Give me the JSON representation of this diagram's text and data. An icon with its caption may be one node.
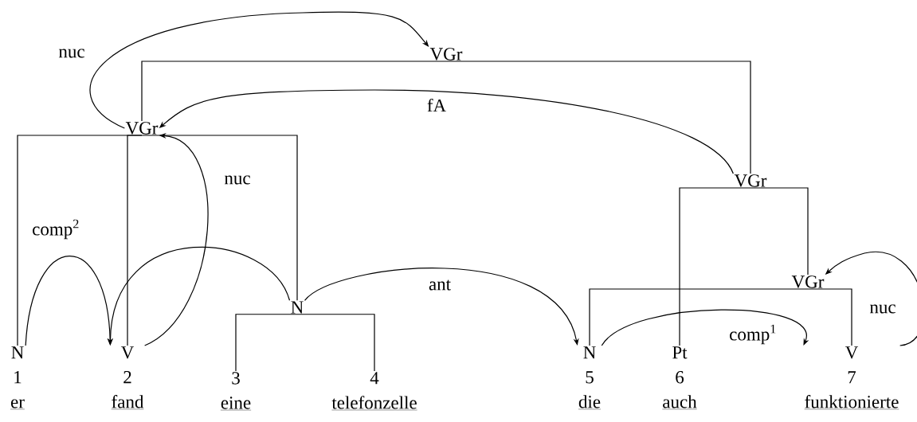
{
  "diagram": {
    "nodes": [
      {
        "text": [
          "VGr"
        ]
      },
      {
        "text": [
          "VGr"
        ]
      },
      {
        "text": [
          "VGr"
        ]
      },
      {
        "text": [
          "N",
          "1",
          "er"
        ]
      },
      {
        "text": [
          "V",
          "2",
          "fand"
        ]
      },
      {
        "text": [
          "N"
        ]
      },
      {
        "text": [
          "3",
          "eine"
        ]
      },
      {
        "text": [
          "4",
          "telefonzelle"
        ]
      },
      {
        "text": [
          "N",
          "5",
          "die"
        ]
      },
      {
        "text": [
          "Pt",
          "6",
          "auch"
        ]
      },
      {
        "text": [
          "VGr"
        ]
      },
      {
        "text": [
          "V",
          "7",
          "funktionierte"
        ]
      }
    ],
    "edges": [
      {
        "from": 0,
        "to": 1,
        "arrow": "none"
      },
      {
        "from": 0,
        "to": 2,
        "arrow": "none"
      },
      {
        "from": 1,
        "to": 3,
        "arrow": "none"
      },
      {
        "from": 1,
        "to": 4,
        "arrow": "none"
      },
      {
        "from": 1,
        "to": 5,
        "arrow": "none"
      },
      {
        "from": 5,
        "to": 6,
        "arrow": "none"
      },
      {
        "from": 5,
        "to": 7,
        "arrow": "none"
      },
      {
        "from": 2,
        "to": 9,
        "arrow": "none"
      },
      {
        "from": 2,
        "to": 10,
        "arrow": "none"
      },
      {
        "from": 10,
        "to": 8,
        "arrow": "none"
      },
      {
        "from": 10,
        "to": 11,
        "arrow": "none"
      },
      {
        "from": 1,
        "to": 0,
        "arrow": "to",
        "label": "nuc"
      },
      {
        "from": 2,
        "to": 1,
        "arrow": "to",
        "label": "fA"
      },
      {
        "from": 4,
        "to": 1,
        "arrow": "to",
        "label": "nuc"
      },
      {
        "from": 3,
        "to": 4,
        "arrow": "to",
        "label": "comp$^{2}$"
      },
      {
        "from": 5,
        "to": 4,
        "arrow": "to"
      },
      {
        "from": 5,
        "to": 8,
        "arrow": "to",
        "label": "ant"
      },
      {
        "from": 8,
        "to": 11,
        "arrow": "to",
        "label": "comp$^{1}$"
      },
      {
        "from": 11,
        "to": 10,
        "arrow": "to",
        "label": "nuc"
      }
    ]
  }
}
